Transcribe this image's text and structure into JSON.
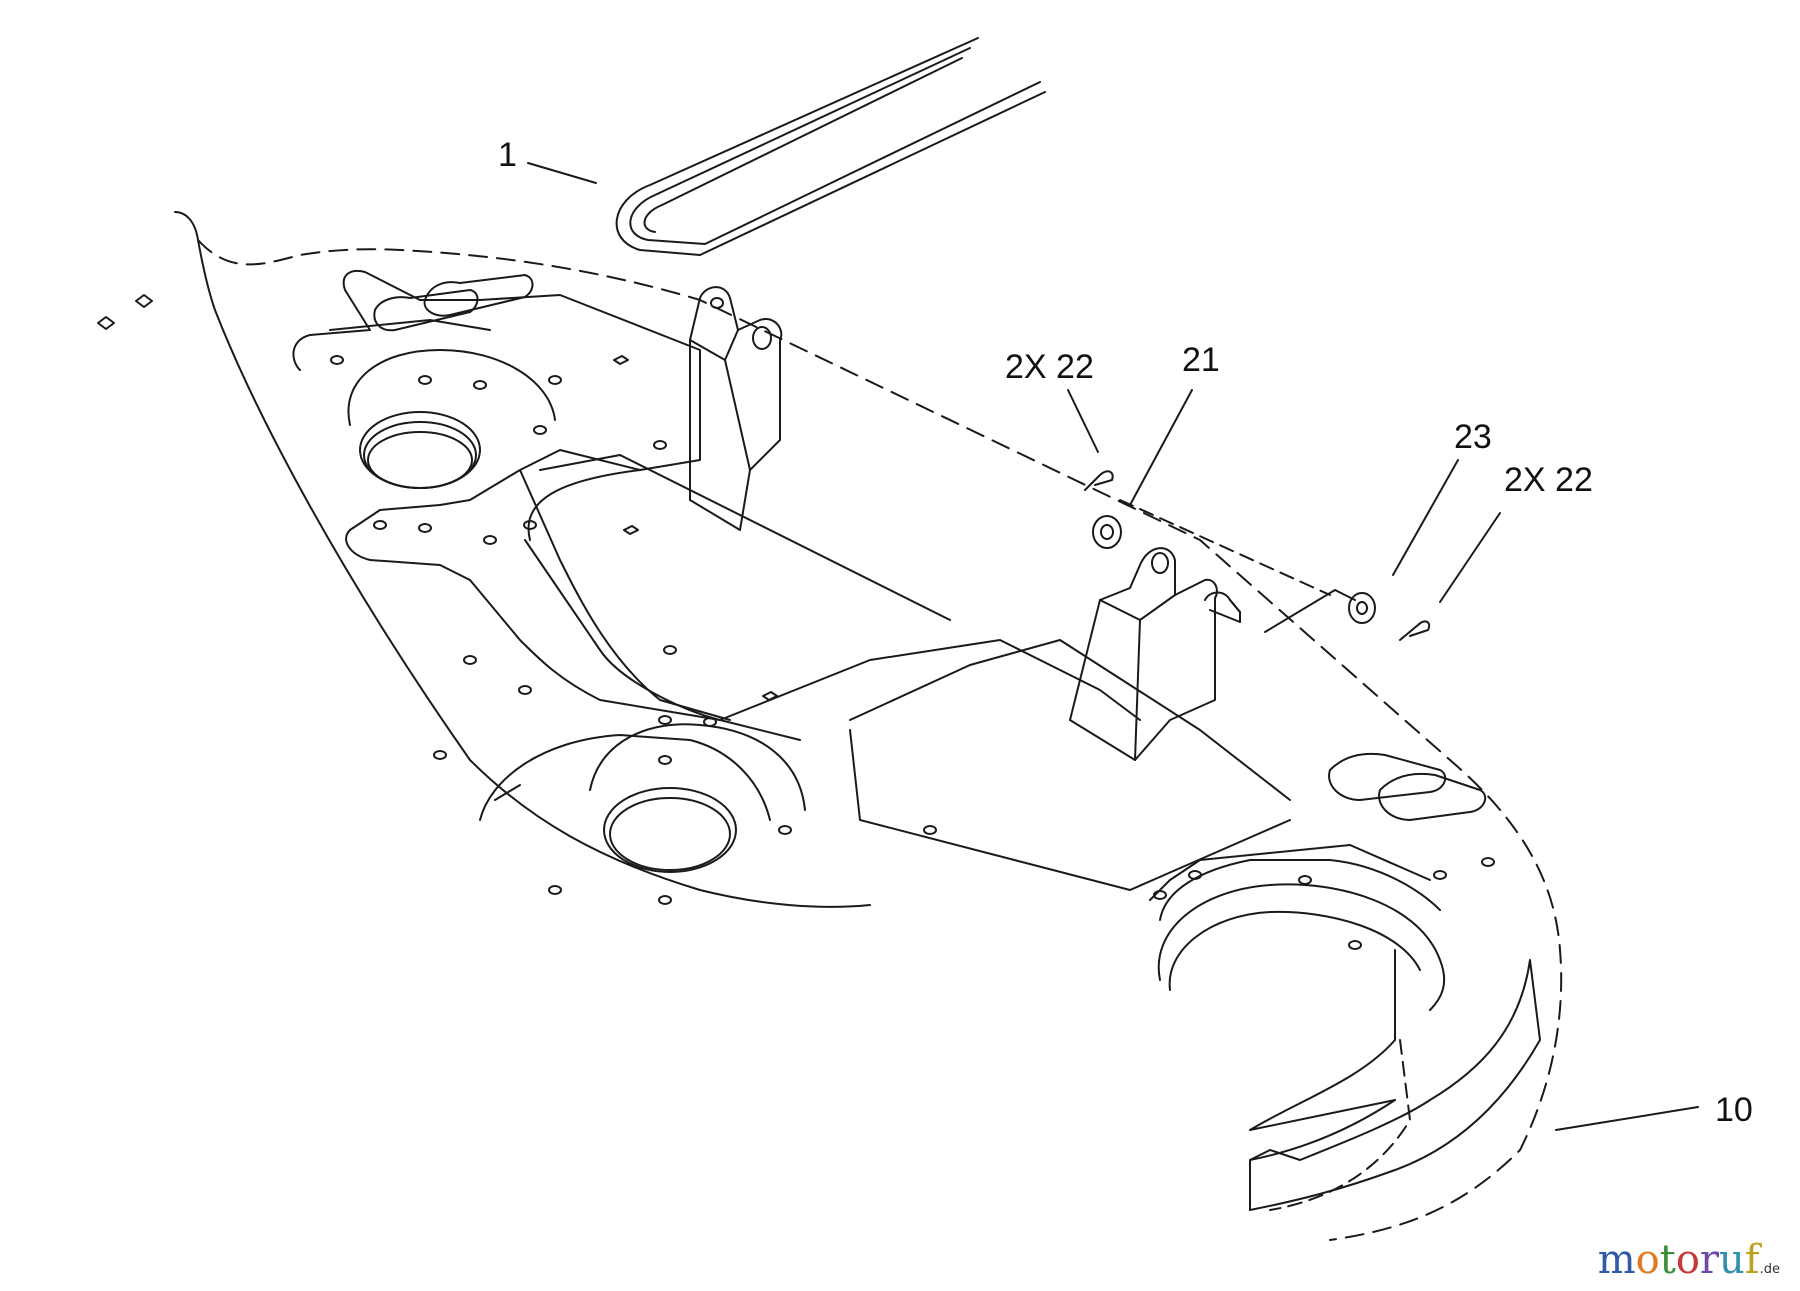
{
  "callouts": {
    "belt": "1",
    "clip_left": "2X 22",
    "bracket": "21",
    "washer": "23",
    "clip_right": "2X 22",
    "deck": "10"
  },
  "watermark": {
    "letters": [
      "m",
      "o",
      "t",
      "o",
      "r",
      "u",
      "f"
    ],
    "colors": [
      "#2e5aa8",
      "#e07a1f",
      "#3a8f3a",
      "#c23a3a",
      "#6b4aa8",
      "#2e8fb0",
      "#c0a020"
    ],
    "suffix": ".de"
  }
}
